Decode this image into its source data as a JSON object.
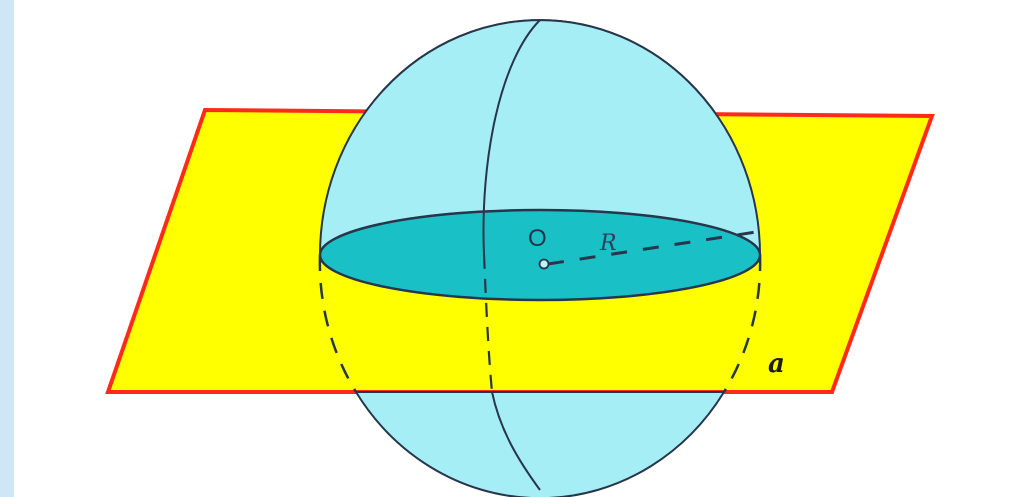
{
  "figure": {
    "center_label": "O",
    "radius_label": "R",
    "plane_label": "a",
    "colors": {
      "background": "#ffffff",
      "frame_edge": "#cfe6f6",
      "plane_fill": "#ffff00",
      "plane_edge": "#ff2a1a",
      "sphere_fill": "#a6eef5",
      "section_fill": "#19c0c6",
      "outline": "#27364a"
    }
  }
}
